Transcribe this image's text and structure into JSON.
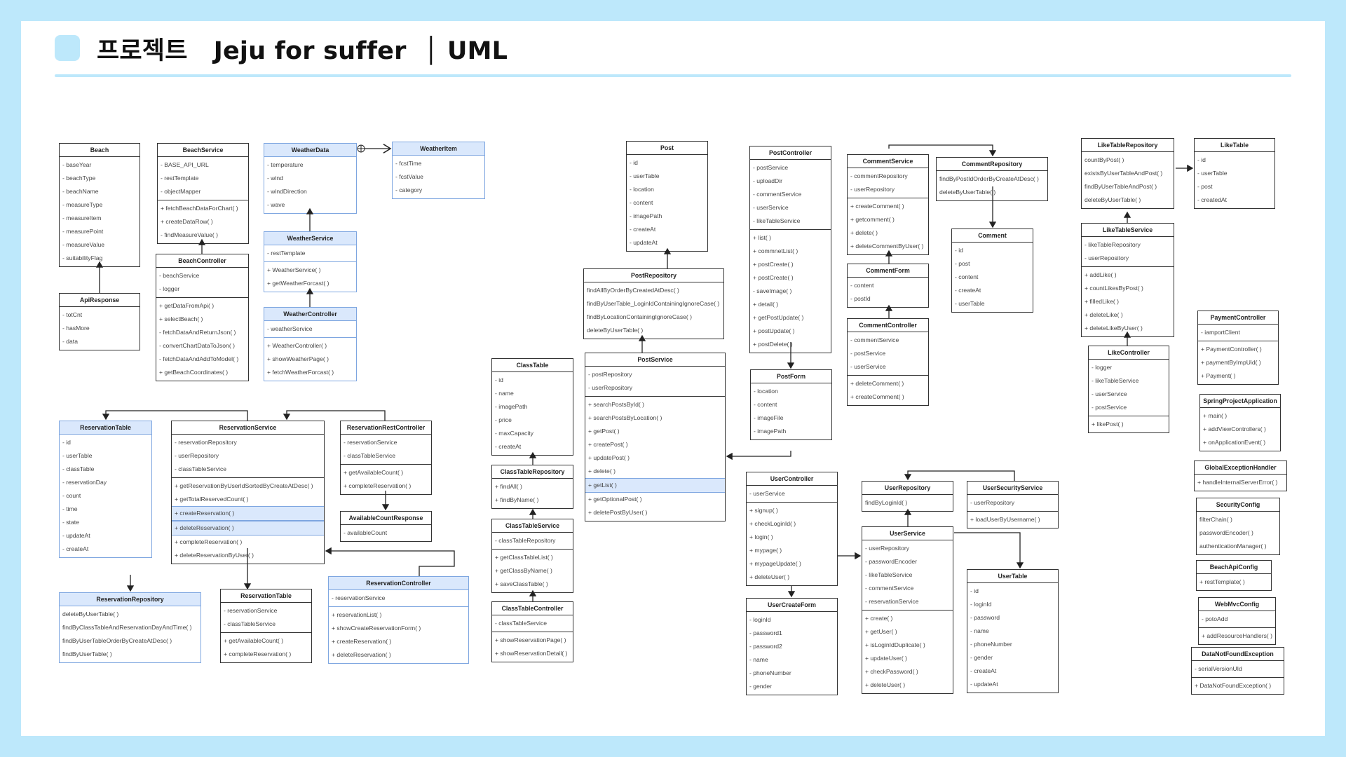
{
  "header": {
    "title": "프로젝트   Jeju for suffer  │ UML",
    "accent_color": "#bde8fb"
  },
  "classes": [
    {
      "id": "Beach",
      "style": "plain",
      "sections": [
        [
          "- baseYear",
          "- beachType",
          "- beachName",
          "- measureType",
          "- measureItem",
          "- measurePoint",
          "- measureValue",
          "- suitabilityFlag"
        ]
      ]
    },
    {
      "id": "ApiResponse",
      "style": "plain",
      "sections": [
        [
          "- totCnt",
          "- hasMore",
          "- data"
        ]
      ]
    },
    {
      "id": "BeachService",
      "style": "plain",
      "sections": [
        [
          "- BASE_API_URL",
          "- restTemplate",
          "- objectMapper"
        ],
        [
          "+ fetchBeachDataForChart( )",
          "+ createDataRow( )",
          "- findMeasureValue( )"
        ]
      ]
    },
    {
      "id": "BeachController",
      "style": "plain",
      "sections": [
        [
          "- beachService",
          "- logger"
        ],
        [
          "+ getDataFromApi( )",
          "+ selectBeach( )",
          "- fetchDataAndReturnJson( )",
          "- convertChartDataToJson( )",
          "- fetchDataAndAddToModel( )",
          "+ getBeachCoordinates( )"
        ]
      ]
    },
    {
      "id": "WeatherData",
      "style": "blue",
      "sections": [
        [
          "- temperature",
          "- wind",
          "- windDirection",
          "- wave"
        ]
      ]
    },
    {
      "id": "WeatherItem",
      "style": "blue",
      "sections": [
        [
          "- fcstTime",
          "- fcstValue",
          "- category"
        ]
      ]
    },
    {
      "id": "WeatherService",
      "style": "blue",
      "sections": [
        [
          "- restTemplate"
        ],
        [
          "+ WeatherService( )",
          "+ getWeatherForcast( )"
        ]
      ]
    },
    {
      "id": "WeatherController",
      "style": "blue",
      "sections": [
        [
          "- weatherService"
        ],
        [
          "+ WeatherController( )",
          "+ showWeatherPage( )",
          "+ fetchWeatherForcast( )"
        ]
      ]
    },
    {
      "id": "ReservationTable",
      "style": "blue",
      "sections": [
        [
          "- id",
          "- userTable",
          "- classTable",
          "- reservationDay",
          "- count",
          "- time",
          "- state",
          "- updateAt",
          "- createAt"
        ]
      ]
    },
    {
      "id": "ReservationService",
      "style": "plain",
      "sections": [
        [
          "- reservationRepository",
          "- userRepository",
          "- classTableService"
        ],
        [
          "+ getReservationByUserIdSortedByCreateAtDesc( )",
          "+ getTotalReservedCount( )",
          "+ createReservation( )",
          "+ deleteReservation( )",
          "+ completeReservation( )",
          "+ deleteReservationByUser( )"
        ]
      ],
      "highlight": [
        "+ createReservation( )",
        "+ deleteReservation( )"
      ]
    },
    {
      "id": "ReservationRestController",
      "style": "plain",
      "sections": [
        [
          "- reservationService",
          "- classTableService"
        ],
        [
          "+ getAvailableCount( )",
          "+ completeReservation( )"
        ]
      ]
    },
    {
      "id": "AvailableCountResponse",
      "style": "plain",
      "sections": [
        [
          "- availableCount"
        ]
      ]
    },
    {
      "id": "ReservationRepository",
      "style": "blue",
      "sections": [
        [
          "deleteByUserTable( )",
          "findByClassTableAndReservationDayAndTime( )",
          "findByUserTableOrderByCreateAtDesc( )",
          "findByUserTable( )"
        ]
      ]
    },
    {
      "id": "ReservationTable ",
      "label": "ReservationTable",
      "style": "plain",
      "sections": [
        [
          "- reservationService",
          "- classTableService"
        ],
        [
          "+ getAvailableCount( )",
          "+ completeReservation( )"
        ]
      ]
    },
    {
      "id": "ReservationController",
      "style": "blue",
      "sections": [
        [
          "- reservationService"
        ],
        [
          "+ reservationList( )",
          "+ showCreateReservationForm( )",
          "+ createReservation( )",
          "+ deleteReservation( )"
        ]
      ]
    },
    {
      "id": "Post",
      "style": "plain",
      "sections": [
        [
          "- id",
          "- userTable",
          "- location",
          "- content",
          "- imagePath",
          "- createAt",
          "- updateAt"
        ]
      ]
    },
    {
      "id": "PostRepository",
      "style": "plain",
      "sections": [
        [
          "findAllByOrderByCreatedAtDesc( )",
          "findByUserTable_LoginIdContainingIgnoreCase( )",
          "findByLocationContainingIgnoreCase( )",
          "deleteByUserTable( )"
        ]
      ]
    },
    {
      "id": "PostService",
      "style": "plain",
      "sections": [
        [
          "- postRepository",
          "- userRepository"
        ],
        [
          "+ searchPostsById( )",
          "+ searchPostsByLocation( )",
          "+ getPost( )",
          "+ createPost( )",
          "+ updatePost( )",
          "+ delete( )",
          "+ getList( )",
          "+ getOptionalPost( )",
          "+ deletePostByUser( )"
        ]
      ],
      "highlight": [
        "+ getList( )"
      ]
    },
    {
      "id": "ClassTable",
      "style": "plain",
      "sections": [
        [
          "- id",
          "- name",
          "- imagePath",
          "- price",
          "- maxCapacity",
          "- createAt"
        ]
      ]
    },
    {
      "id": "ClassTableRepository",
      "style": "plain",
      "sections": [
        [
          "+ findAll( )",
          "+ findByName( )"
        ]
      ]
    },
    {
      "id": "ClassTableService",
      "style": "plain",
      "sections": [
        [
          "- classTableRepository"
        ],
        [
          "+ getClassTableList( )",
          "+ getClassByName( )",
          "+ saveClassTable( )"
        ]
      ]
    },
    {
      "id": "ClassTableController",
      "style": "plain",
      "sections": [
        [
          "- classTableService"
        ],
        [
          "+ showReservationPage( )",
          "+ showReservationDetail( )"
        ]
      ]
    },
    {
      "id": "PostController",
      "style": "plain",
      "sections": [
        [
          "- postService",
          "- uploadDir",
          "- commentService",
          "- userService",
          "- likeTableService"
        ],
        [
          "+ list( )",
          "+ commnetList( )",
          "+ postCreate( )",
          "+ postCreate( )",
          "- saveImage( )",
          "+ detail( )",
          "+ getPostUpdate( )",
          "+ postUpdate( )",
          "+ postDelete( )"
        ]
      ]
    },
    {
      "id": "PostForm",
      "style": "plain",
      "sections": [
        [
          "- location",
          "- content",
          "- imageFile",
          "- imagePath"
        ]
      ]
    },
    {
      "id": "CommentService",
      "style": "plain",
      "sections": [
        [
          "- commentRepository",
          "- userRepository"
        ],
        [
          "+ createComment( )",
          "+ getcomment( )",
          "+ delete( )",
          "+ deleteCommentByUser( )"
        ]
      ]
    },
    {
      "id": "CommentRepository",
      "style": "plain",
      "sections": [
        [
          "findByPostIdOrderByCreateAtDesc( )",
          "deleteByUserTable( )"
        ]
      ]
    },
    {
      "id": "Comment",
      "style": "plain",
      "sections": [
        [
          "- id",
          "- post",
          "- content",
          "- createAt",
          "- userTable"
        ]
      ]
    },
    {
      "id": "CommentForm",
      "style": "plain",
      "sections": [
        [
          "- content",
          "- postId"
        ]
      ]
    },
    {
      "id": "CommentController",
      "style": "plain",
      "sections": [
        [
          "- commentService",
          "- postService",
          "- userService"
        ],
        [
          "+ deleteComment( )",
          "+ createComment( )"
        ]
      ]
    },
    {
      "id": "UserController",
      "style": "plain",
      "sections": [
        [
          "- userService"
        ],
        [
          "+ signup( )",
          "+ checkLoginId( )",
          "+ login( )",
          "+ mypage( )",
          "+ mypageUpdate( )",
          "+ deleteUser( )"
        ]
      ]
    },
    {
      "id": "UserCreateForm",
      "style": "plain",
      "sections": [
        [
          "- loginId",
          "- password1",
          "- password2",
          "- name",
          "- phoneNumber",
          "- gender"
        ]
      ]
    },
    {
      "id": "UserRepository",
      "style": "plain",
      "sections": [
        [
          "findByLoginId( )"
        ]
      ]
    },
    {
      "id": "UserSecurityService",
      "style": "plain",
      "sections": [
        [
          "- userRepository"
        ],
        [
          "+ loadUserByUsername( )"
        ]
      ]
    },
    {
      "id": "UserService",
      "style": "plain",
      "sections": [
        [
          "- userRepository",
          "- passwordEncoder",
          "- likeTableService",
          "- commentService",
          "- reservationService"
        ],
        [
          "+ create( )",
          "+ getUser( )",
          "+ isLoginIdDuplicate( )",
          "+ updateUser( )",
          "+ checkPassword( )",
          "+ deleteUser( )"
        ]
      ]
    },
    {
      "id": "UserTable",
      "style": "plain",
      "sections": [
        [
          "- id",
          "- loginId",
          "- password",
          "- name",
          "- phoneNumber",
          "- gender",
          "- createAt",
          "- updateAt"
        ]
      ]
    },
    {
      "id": "LikeTableRepository",
      "style": "plain",
      "sections": [
        [
          "countByPost( )",
          "existsByUserTableAndPost( )",
          "findByUserTableAndPost( )",
          "deleteByUserTable( )"
        ]
      ]
    },
    {
      "id": "LikeTable",
      "style": "plain",
      "sections": [
        [
          "- id",
          "- userTable",
          "- post",
          "- createdAt"
        ]
      ]
    },
    {
      "id": "LikeTableService",
      "style": "plain",
      "sections": [
        [
          "- likeTableRepository",
          "- userRepository"
        ],
        [
          "+ addLike( )",
          "+ countLikesByPost( )",
          "+ filledLike( )",
          "+ deleteLike( )",
          "+ deleteLikeByUser( )"
        ]
      ]
    },
    {
      "id": "LikeController",
      "style": "plain",
      "sections": [
        [
          "- logger",
          "- likeTableService",
          "- userService",
          "- postService"
        ],
        [
          "+ likePost( )"
        ]
      ]
    },
    {
      "id": "PaymentController",
      "style": "plain",
      "sections": [
        [
          "- iamportClient"
        ],
        [
          "+ PaymentController( )",
          "+ paymentByImpUid( )",
          "+ Payment( )"
        ]
      ]
    },
    {
      "id": "SpringProjectApplication",
      "style": "plain",
      "sections": [
        [
          "+ main( )",
          "+ addViewControllers( )",
          "+ onApplicationEvent( )"
        ]
      ]
    },
    {
      "id": "GlobalExceptionHandler",
      "style": "plain",
      "sections": [
        [
          "+ handleInternalServerError( )"
        ]
      ]
    },
    {
      "id": "SecurityConfig",
      "style": "plain",
      "sections": [
        [
          "filterChain( )",
          "passwordEncoder( )",
          "authenticationManager( )"
        ]
      ]
    },
    {
      "id": "BeachApiConfig",
      "style": "plain",
      "sections": [
        [
          "+ restTemplate( )"
        ]
      ]
    },
    {
      "id": "WebMvcConfig",
      "style": "plain",
      "sections": [
        [
          "- potoAdd"
        ],
        [
          "+ addResourceHandlers( )"
        ]
      ]
    },
    {
      "id": "DataNotFoundException",
      "style": "plain",
      "sections": [
        [
          "- serialVersionUId"
        ],
        [
          "+ DataNotFoundException( )"
        ]
      ]
    }
  ]
}
